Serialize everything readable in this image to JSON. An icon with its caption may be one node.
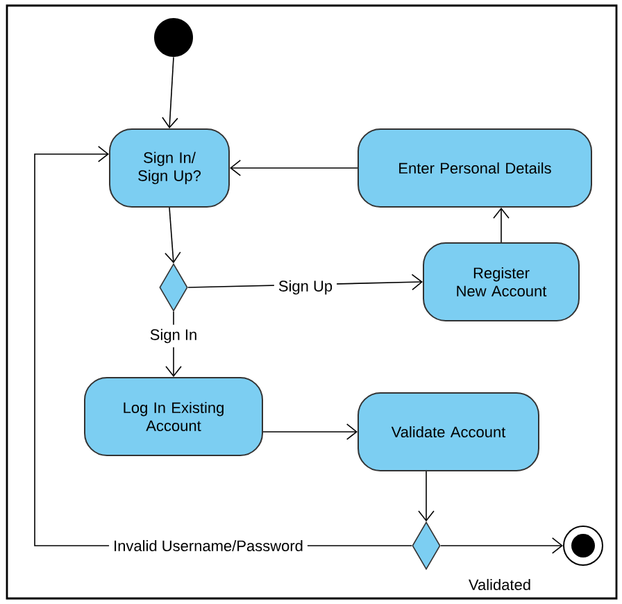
{
  "diagram": {
    "nodes": [
      {
        "text": [],
        "shape": "circle"
      },
      {
        "text": [
          "Sign In/ Sign Up?"
        ]
      },
      {
        "text": [
          "Enter Personal Details"
        ]
      },
      {
        "text": [],
        "shape": "diamond"
      },
      {
        "text": [
          "Register New Account"
        ]
      },
      {
        "text": [
          "Log In Existing Account"
        ]
      },
      {
        "text": [
          "Validate Account"
        ]
      },
      {
        "text": [],
        "shape": "diamond"
      },
      {
        "text": [],
        "shape": "bullseye"
      }
    ],
    "edges": [
      {
        "from": 0,
        "to": 1,
        "arrow": "to"
      },
      {
        "from": 1,
        "to": 3,
        "arrow": "to"
      },
      {
        "from": 3,
        "to": 4,
        "arrow": "to",
        "label": "Sign Up"
      },
      {
        "from": 4,
        "to": 2,
        "arrow": "to"
      },
      {
        "from": 2,
        "to": 1,
        "arrow": "to"
      },
      {
        "from": 3,
        "to": 5,
        "arrow": "to",
        "label": "Sign In"
      },
      {
        "from": 5,
        "to": 6,
        "arrow": "to"
      },
      {
        "from": 6,
        "to": 7,
        "arrow": "to"
      },
      {
        "from": 7,
        "to": 8,
        "arrow": "to",
        "label": "Validated"
      },
      {
        "from": 7,
        "to": 1,
        "arrow": "to",
        "label": "Invalid Username/Password"
      }
    ]
  }
}
